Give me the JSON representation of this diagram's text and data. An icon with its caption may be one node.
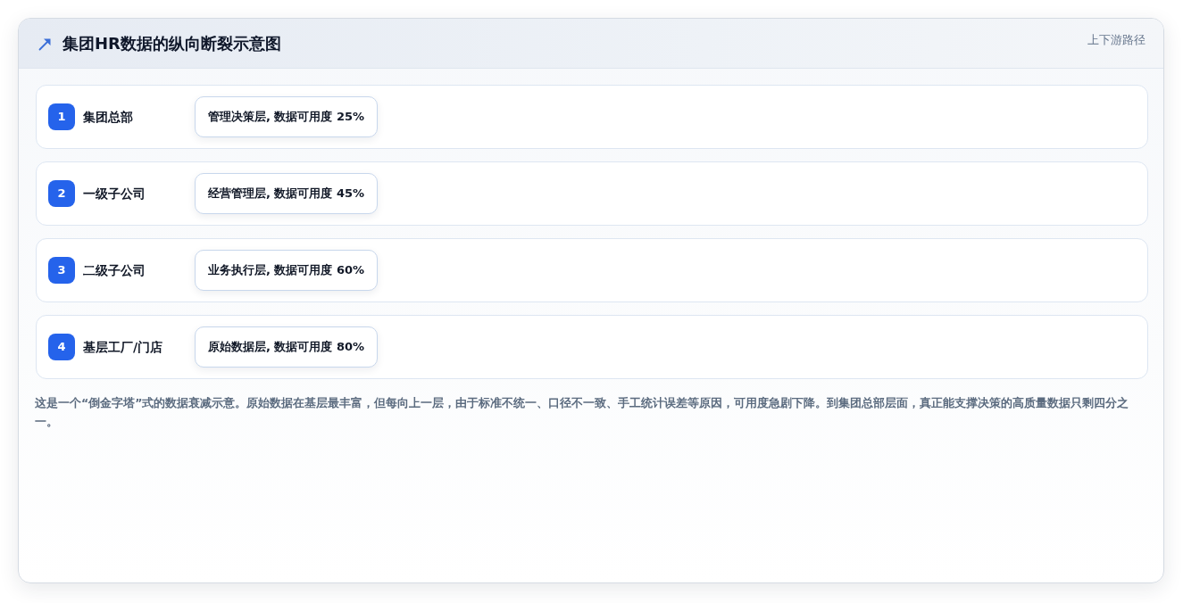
{
  "diagram": {
    "title": "集团HR数据的纵向断裂示意图",
    "caption": "这是一个“倒金字塔”式的数据衰减示意。原始数据在基层最丰富，但每向上一层，由于标准不统一、口径不一致、手工统计误差等原因，可用度急剧下降。到集团总部层面，真正能支撑决策的高质量数据只剩四分之一。",
    "nodes": [
      {
        "text": [
          "集团总部"
        ]
      },
      {
        "text": [
          "1"
        ],
        "in": 0
      },
      {
        "text": [
          "管理决策层, 数据可用度 25%"
        ],
        "in": 0
      },
      {
        "text": [
          "一级子公司"
        ]
      },
      {
        "text": [
          "2"
        ],
        "in": 3
      },
      {
        "text": [
          "经营管理层, 数据可用度 45%"
        ],
        "in": 3
      },
      {
        "text": [
          "二级子公司"
        ]
      },
      {
        "text": [
          "3"
        ],
        "in": 6
      },
      {
        "text": [
          "业务执行层, 数据可用度 60%"
        ],
        "in": 6
      },
      {
        "text": [
          "基层工厂/门店"
        ]
      },
      {
        "text": [
          "4"
        ],
        "in": 9
      },
      {
        "text": [
          "原始数据层, 数据可用度 80%"
        ],
        "in": 9
      }
    ],
    "labels": [
      "上下游路径"
    ]
  }
}
